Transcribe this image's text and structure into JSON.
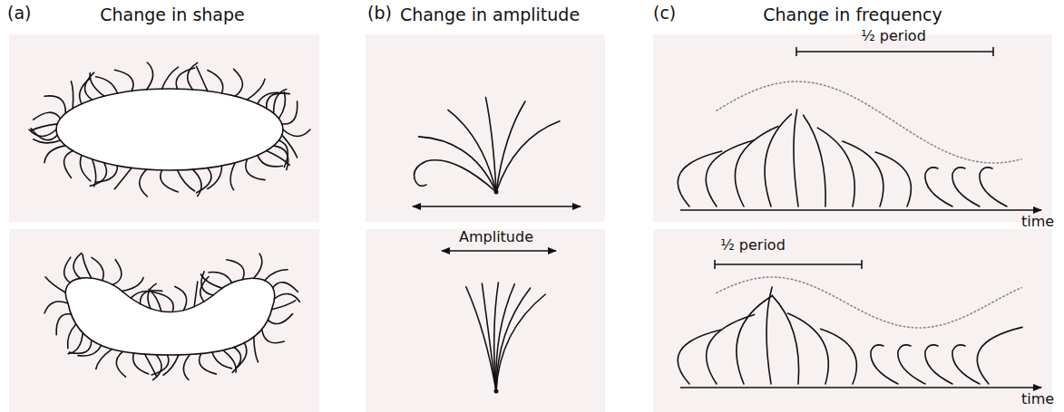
{
  "diagram": {
    "labels": [
      "(a)",
      "Change in shape",
      "(b)",
      "Change in amplitude",
      "(c)",
      "Change in frequency",
      "½ period",
      "time",
      "Amplitude",
      "½ period",
      "time"
    ]
  }
}
